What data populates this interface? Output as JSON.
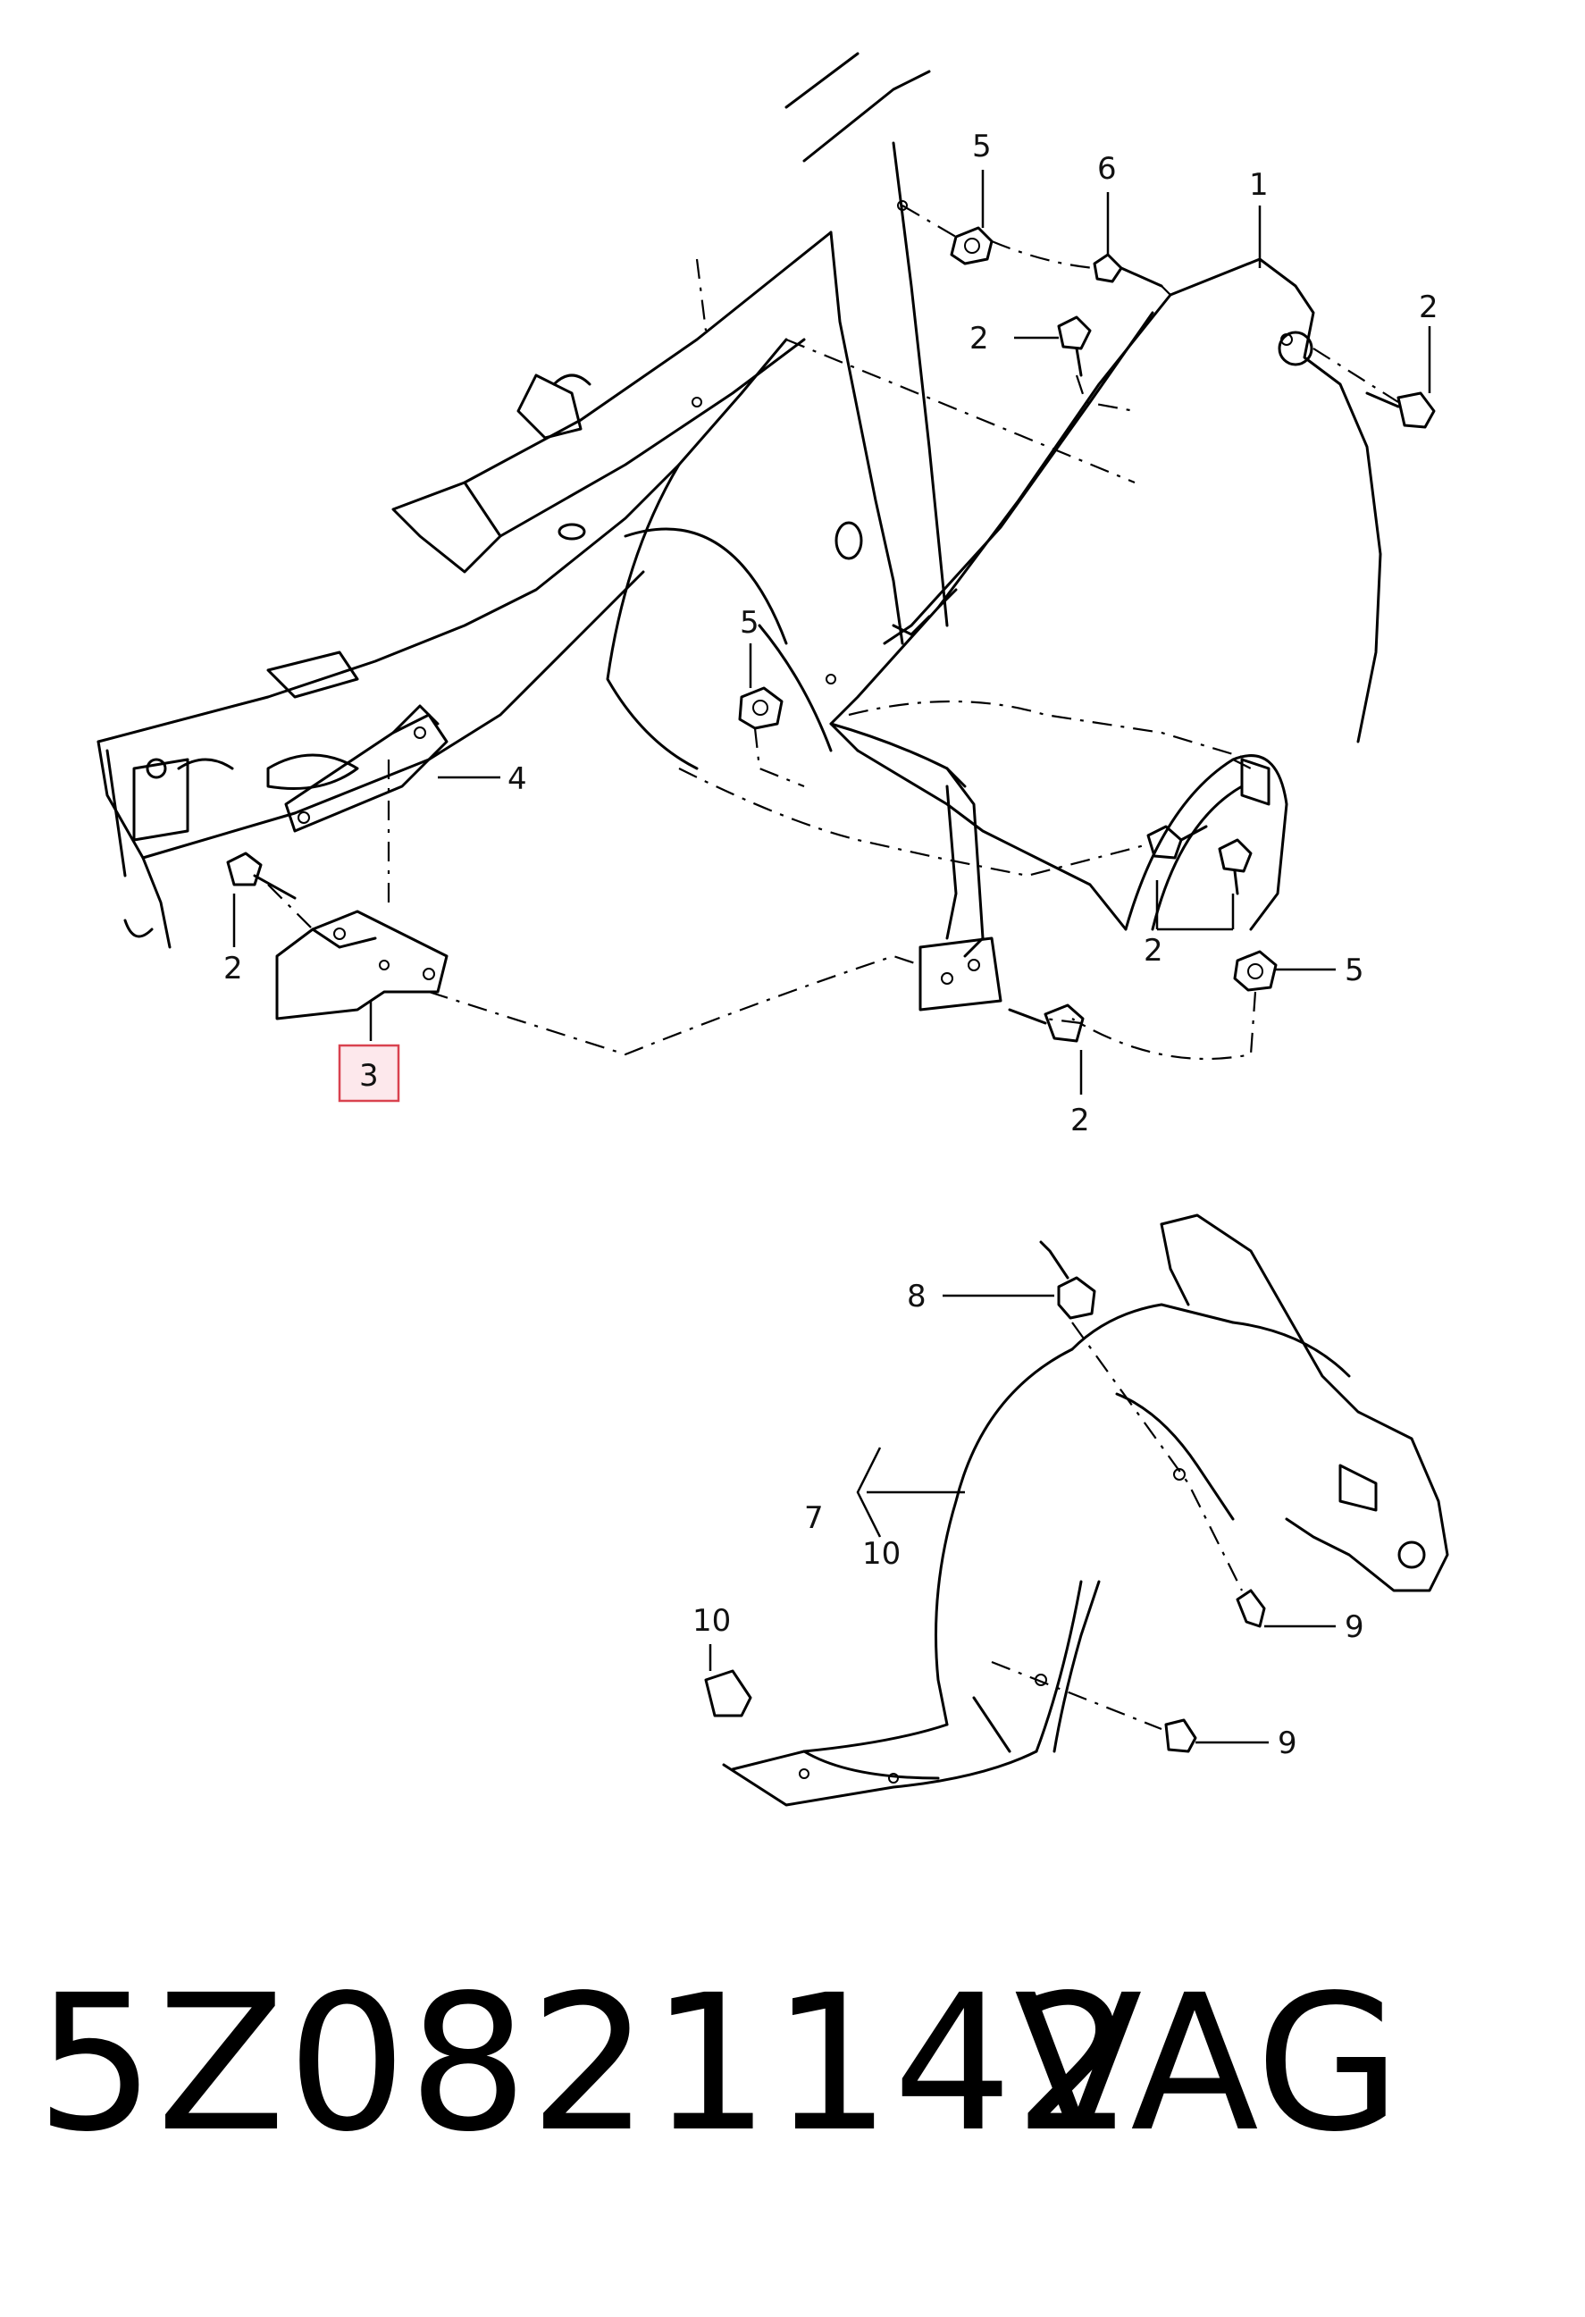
{
  "callouts": {
    "c5a": "5",
    "c6": "6",
    "c1": "1",
    "c2a": "2",
    "c2b": "2",
    "c5b": "5",
    "c4": "4",
    "c2c": "2",
    "c3": "3",
    "c2d": "2",
    "c5c": "5",
    "c2e": "2",
    "c8": "8",
    "c7": "7",
    "c10a": "10",
    "c10b": "10",
    "c9a": "9",
    "c9b": "9"
  },
  "footer": {
    "part_number": "5Z0821142",
    "brand": "VAG"
  },
  "colors": {
    "line": "#000000",
    "highlight_fill": "#fde8ec",
    "highlight_stroke": "#d9424f"
  }
}
